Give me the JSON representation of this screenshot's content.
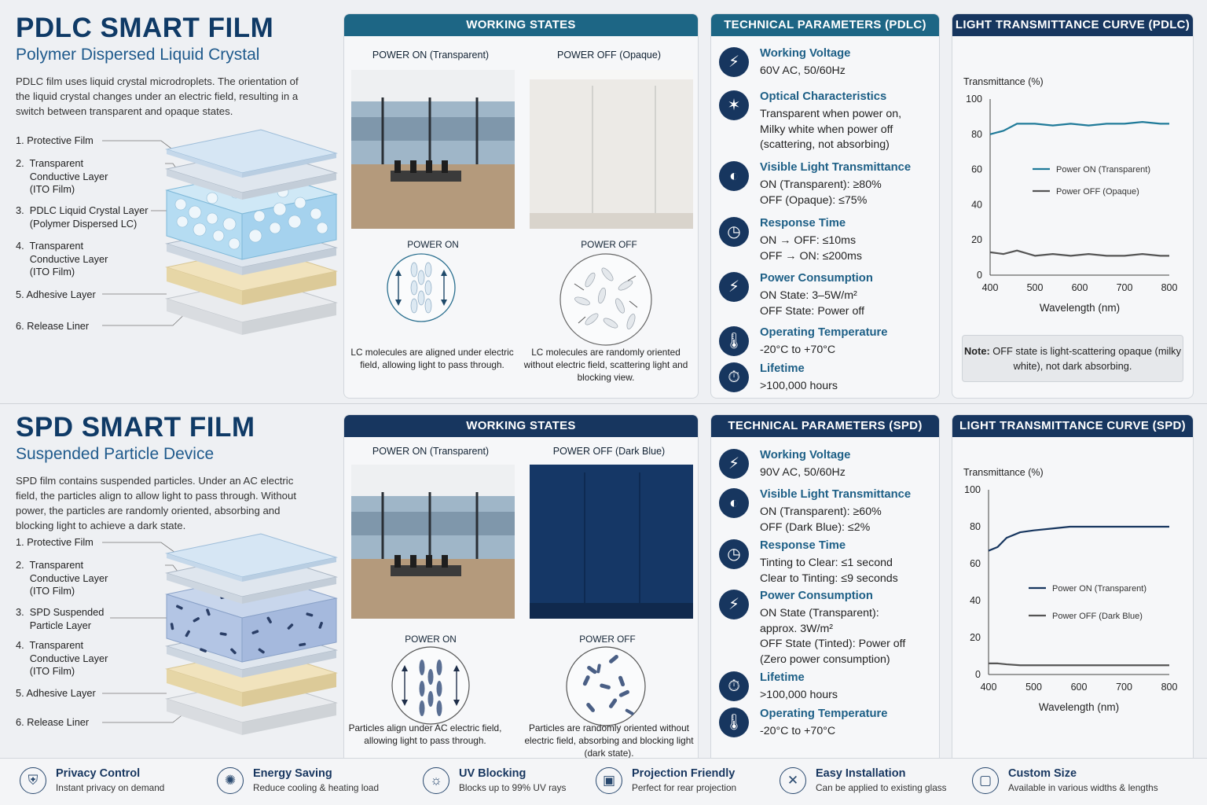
{
  "pdlc": {
    "title": "PDLC SMART FILM",
    "subtitle": "Polymer Dispersed Liquid Crystal",
    "description": "PDLC film uses liquid crystal microdroplets. The orientation of the liquid crystal changes under an electric field, resulting in a switch between transparent and opaque states.",
    "layers": [
      "1.  Protective Film",
      "2.  Transparent\n     Conductive Layer\n     (ITO Film)",
      "3.  PDLC Liquid Crystal Layer\n     (Polymer Dispersed LC)",
      "4.  Transparent\n     Conductive Layer\n     (ITO Film)",
      "5.  Adhesive Layer",
      "6.  Release Liner"
    ],
    "working": {
      "header": "WORKING STATES",
      "on_label": "POWER ON",
      "on_paren": "(Transparent)",
      "off_label": "POWER OFF",
      "off_paren": "(Opaque)",
      "on_small": "POWER ON",
      "off_small": "POWER OFF",
      "on_caption": "LC molecules are aligned under electric field, allowing light to pass through.",
      "off_caption": "LC molecules are randomly oriented without electric field, scattering light and blocking view."
    },
    "params": {
      "header": "TECHNICAL PARAMETERS (PDLC)",
      "items": [
        {
          "icon": "lightning-icon",
          "glyph": "⚡",
          "title": "Working Voltage",
          "value": "60V AC, 50/60Hz"
        },
        {
          "icon": "optics-icon",
          "glyph": "✶",
          "title": "Optical Characteristics",
          "value": "Transparent when power on,\nMilky white when power off\n(scattering, not absorbing)"
        },
        {
          "icon": "transmittance-icon",
          "glyph": "◐",
          "title": "Visible Light Transmittance",
          "value": "ON (Transparent): ≥80%\nOFF (Opaque): ≤75%"
        },
        {
          "icon": "stopwatch-icon",
          "glyph": "◷",
          "title": "Response Time",
          "value": "ON → OFF: ≤10ms\nOFF → ON: ≤200ms"
        },
        {
          "icon": "lightning-icon",
          "glyph": "⚡",
          "title": "Power Consumption",
          "value": "ON State: 3–5W/m²\nOFF State: Power off"
        },
        {
          "icon": "thermometer-icon",
          "glyph": "🌡",
          "title": "Operating Temperature",
          "value": "-20°C to +70°C"
        },
        {
          "icon": "lifetime-icon",
          "glyph": "⏱",
          "title": "Lifetime",
          "value": ">100,000 hours"
        }
      ]
    },
    "curve": {
      "header": "LIGHT TRANSMITTANCE CURVE (PDLC)",
      "note_bold": "Note:",
      "note": " OFF state is light-scattering opaque (milky white), not dark absorbing."
    }
  },
  "spd": {
    "title": "SPD SMART FILM",
    "subtitle": "Suspended Particle Device",
    "description": "SPD film contains suspended particles. Under an AC electric field, the particles align to allow light to pass through. Without power, the particles are randomly oriented, absorbing and blocking light to achieve a dark state.",
    "layers": [
      "1.  Protective Film",
      "2.  Transparent\n     Conductive Layer\n     (ITO Film)",
      "3.  SPD Suspended\n     Particle Layer",
      "4.  Transparent\n     Conductive Layer\n     (ITO Film)",
      "5.  Adhesive Layer",
      "6.  Release Liner"
    ],
    "working": {
      "header": "WORKING STATES",
      "on_label": "POWER ON",
      "on_paren": "(Transparent)",
      "off_label": "POWER OFF",
      "off_paren": "(Dark Blue)",
      "on_small": "POWER ON",
      "off_small": "POWER OFF",
      "on_caption": "Particles align under AC electric field, allowing light to pass through.",
      "off_caption": "Particles are randomly oriented without electric field, absorbing and blocking light (dark state)."
    },
    "params": {
      "header": "TECHNICAL PARAMETERS (SPD)",
      "items": [
        {
          "icon": "lightning-icon",
          "glyph": "⚡",
          "title": "Working Voltage",
          "value": "90V AC, 50/60Hz"
        },
        {
          "icon": "transmittance-icon",
          "glyph": "◐",
          "title": "Visible Light Transmittance",
          "value": "ON (Transparent): ≥60%\nOFF (Dark Blue): ≤2%"
        },
        {
          "icon": "stopwatch-icon",
          "glyph": "◷",
          "title": "Response Time",
          "value": "Tinting to Clear: ≤1 second\nClear to Tinting: ≤9 seconds"
        },
        {
          "icon": "lightning-icon",
          "glyph": "⚡",
          "title": "Power Consumption",
          "value": "ON State (Transparent):\napprox. 3W/m²\nOFF State (Tinted): Power off\n(Zero power consumption)"
        },
        {
          "icon": "lifetime-icon",
          "glyph": "⏱",
          "title": "Lifetime",
          "value": ">100,000 hours"
        },
        {
          "icon": "thermometer-icon",
          "glyph": "🌡",
          "title": "Operating Temperature",
          "value": "-20°C to +70°C"
        }
      ]
    },
    "curve": {
      "header": "LIGHT TRANSMITTANCE CURVE (SPD)"
    }
  },
  "chart_data": [
    {
      "type": "line",
      "title": "LIGHT TRANSMITTANCE CURVE (PDLC)",
      "ylabel": "Transmittance (%)",
      "xlabel": "Wavelength (nm)",
      "xlim": [
        400,
        800
      ],
      "ylim": [
        0,
        100
      ],
      "xticks": [
        400,
        500,
        600,
        700,
        800
      ],
      "yticks": [
        0,
        20,
        40,
        60,
        80,
        100
      ],
      "legend": "center-right",
      "x": [
        400,
        430,
        460,
        500,
        540,
        580,
        620,
        660,
        700,
        740,
        780,
        800
      ],
      "series": [
        {
          "name": "Power ON (Transparent)",
          "color": "#1f7a99",
          "values": [
            80,
            82,
            86,
            86,
            85,
            86,
            85,
            86,
            86,
            87,
            86,
            86
          ]
        },
        {
          "name": "Power OFF (Opaque)",
          "color": "#555555",
          "values": [
            13,
            12,
            14,
            11,
            12,
            11,
            12,
            11,
            11,
            12,
            11,
            11
          ]
        }
      ]
    },
    {
      "type": "line",
      "title": "LIGHT TRANSMITTANCE CURVE (SPD)",
      "ylabel": "Transmittance (%)",
      "xlabel": "Wavelength (nm)",
      "xlim": [
        400,
        800
      ],
      "ylim": [
        0,
        100
      ],
      "xticks": [
        400,
        500,
        600,
        700,
        800
      ],
      "yticks": [
        0,
        20,
        40,
        60,
        80,
        100
      ],
      "legend": "center-right",
      "x": [
        400,
        420,
        440,
        470,
        500,
        540,
        580,
        620,
        660,
        700,
        740,
        780,
        800
      ],
      "series": [
        {
          "name": "Power ON (Transparent)",
          "color": "#17365f",
          "values": [
            67,
            69,
            74,
            77,
            78,
            79,
            80,
            80,
            80,
            80,
            80,
            80,
            80
          ]
        },
        {
          "name": "Power OFF (Dark Blue)",
          "color": "#555555",
          "values": [
            6,
            6,
            5.5,
            5,
            5,
            5,
            5,
            5,
            5,
            5,
            5,
            5,
            5
          ]
        }
      ]
    }
  ],
  "features": [
    {
      "icon": "shield-icon",
      "glyph": "⛨",
      "title": "Privacy Control",
      "sub": "Instant privacy on demand"
    },
    {
      "icon": "energy-icon",
      "glyph": "✺",
      "title": "Energy Saving",
      "sub": "Reduce cooling & heating load"
    },
    {
      "icon": "sun-icon",
      "glyph": "☼",
      "title": "UV Blocking",
      "sub": "Blocks up to 99% UV rays"
    },
    {
      "icon": "projector-icon",
      "glyph": "▣",
      "title": "Projection Friendly",
      "sub": "Perfect for rear projection"
    },
    {
      "icon": "tools-icon",
      "glyph": "✕",
      "title": "Easy Installation",
      "sub": "Can be applied to existing glass"
    },
    {
      "icon": "resize-icon",
      "glyph": "▢",
      "title": "Custom Size",
      "sub": "Available in various widths & lengths"
    }
  ]
}
